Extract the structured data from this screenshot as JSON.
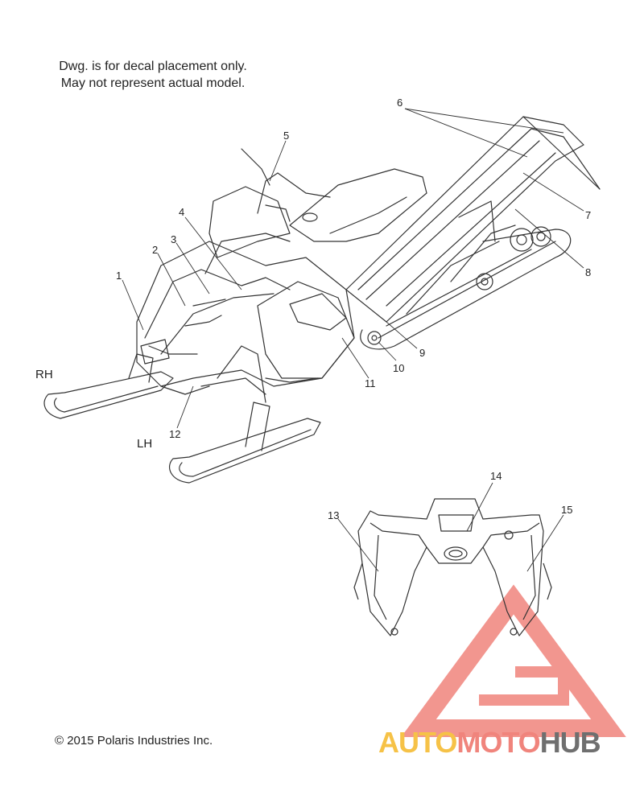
{
  "notes": {
    "line1": "Dwg. is for decal placement only.",
    "line2": "May not represent actual model."
  },
  "sides": {
    "rh": "RH",
    "lh": "LH"
  },
  "callouts": [
    "1",
    "2",
    "3",
    "4",
    "5",
    "6",
    "7",
    "8",
    "9",
    "10",
    "11",
    "12",
    "13",
    "14",
    "15"
  ],
  "copyright": "© 2015 Polaris Industries Inc.",
  "watermark": {
    "part1": "AUTO",
    "part2": "MOTO",
    "part3": "HUB"
  },
  "colors": {
    "line": "#333333",
    "watermark_red": "#f0847c",
    "watermark_yellow": "#f6c247",
    "watermark_gray": "#6f6f6f"
  }
}
